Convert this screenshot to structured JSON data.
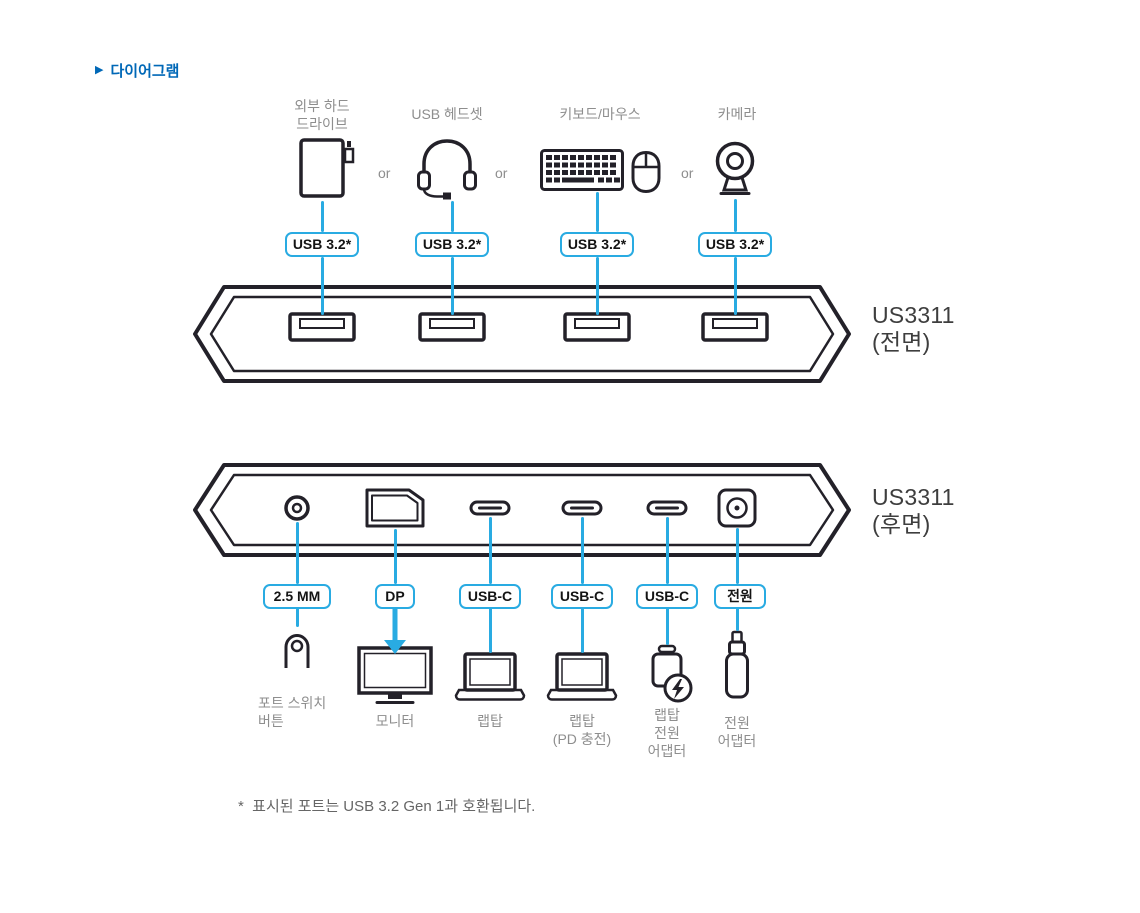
{
  "header": {
    "bullet": "▶",
    "title": "다이어그램"
  },
  "connectors": {
    "or": "or"
  },
  "top_section": {
    "devices": [
      {
        "line1": "외부 하드",
        "line2": "드라이브"
      },
      {
        "line1": "USB 헤드셋"
      },
      {
        "line1": "키보드/마우스"
      },
      {
        "line1": "카메라"
      }
    ],
    "tags": [
      "USB 3.2*",
      "USB 3.2*",
      "USB 3.2*",
      "USB 3.2*"
    ]
  },
  "front_panel": {
    "model": "US3311",
    "side": "(전면)"
  },
  "rear_panel": {
    "model": "US3311",
    "side": "(후면)"
  },
  "rear_section": {
    "tags": [
      "2.5 MM",
      "DP",
      "USB-C",
      "USB-C",
      "USB-C",
      "전원"
    ],
    "devices": [
      {
        "line1": "포트 스위치",
        "line2": "버튼"
      },
      {
        "line1": "모니터"
      },
      {
        "line1": "랩탑"
      },
      {
        "line1": "랩탑",
        "line2": "(PD 충전)"
      },
      {
        "line1": "랩탑",
        "line2": "전원",
        "line3": "어댑터"
      },
      {
        "line1": "전원",
        "line2": "어댑터"
      }
    ]
  },
  "footnote": "*  표시된 포트는 USB 3.2 Gen 1과 호환됩니다.",
  "colors": {
    "accent": "#29ABE2",
    "heading": "#0068B7",
    "artwork": "#232129",
    "muted_text": "#8E8E8E"
  }
}
